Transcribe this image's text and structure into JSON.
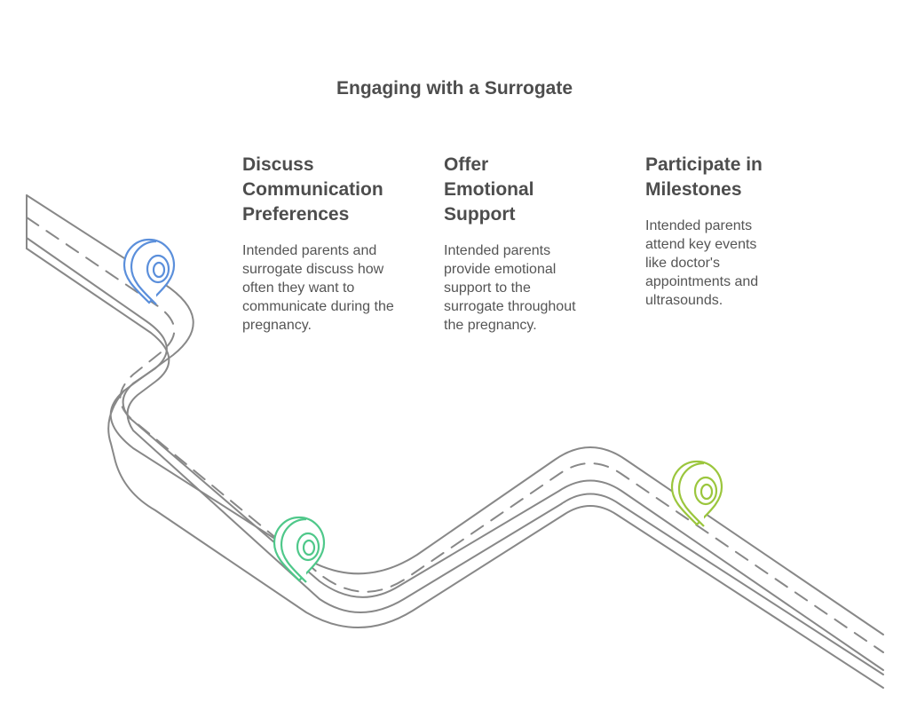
{
  "title": "Engaging with a Surrogate",
  "steps": [
    {
      "heading": "Discuss Communication Preferences",
      "description": "Intended parents and surrogate discuss how often they want to communicate during the pregnancy.",
      "color": "#5b8fdb",
      "icon": "location-pin-icon"
    },
    {
      "heading": "Offer Emotional Support",
      "description": "Intended parents provide emotional support to the surrogate throughout the pregnancy.",
      "color": "#4fc88a",
      "icon": "location-pin-icon"
    },
    {
      "heading": "Participate in Milestones",
      "description": "Intended parents attend key events like doctor's appointments and ultrasounds.",
      "color": "#9bc63d",
      "icon": "location-pin-icon"
    }
  ],
  "colors": {
    "road": "#888888",
    "text": "#4d4d4d"
  }
}
